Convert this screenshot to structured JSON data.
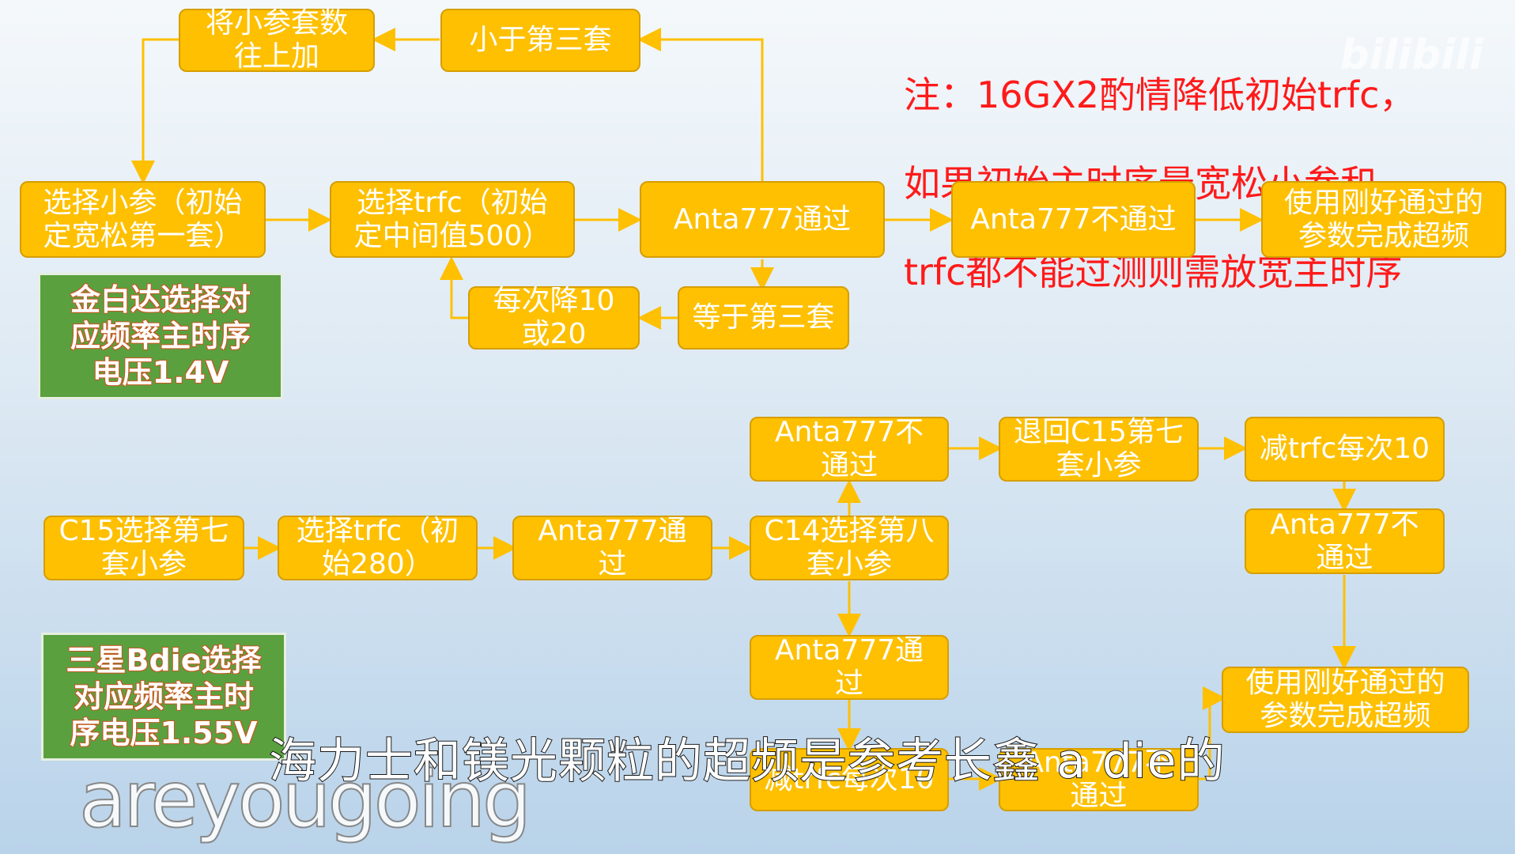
{
  "note": {
    "line1": "注：16GX2酌情降低初始trfc，",
    "line2": "如果初始主时序最宽松小参和",
    "line3": "trfc都不能过测则需放宽主时序"
  },
  "watermark": "bilibili",
  "green_top": "金白达选择对\n应频率主时序\n电压1.4V",
  "green_bottom": "三星Bdie选择\n对应频率主时\n序电压1.55V",
  "top_flow": {
    "add_small": "将小参套数\n往上加",
    "less_than_third": "小于第三套",
    "choose_small": "选择小参（初始\n定宽松第一套）",
    "choose_trfc": "选择trfc（初始\n定中间值500）",
    "anta_pass": "Anta777通过",
    "anta_fail": "Anta777不通过",
    "finish": "使用刚好通过的\n参数完成超频",
    "reduce": "每次降10\n或20",
    "equal_third": "等于第三套"
  },
  "bottom_flow": {
    "anta_fail_a": "Anta777不\n通过",
    "back_c15": "退回C15第七\n套小参",
    "reduce_trfc_10": "减trfc每次10",
    "c15_seventh": "C15选择第七\n套小参",
    "choose_trfc_280": "选择trfc（初\n始280）",
    "anta_pass_a": "Anta777通\n过",
    "c14_eighth": "C14选择第八\n套小参",
    "anta_fail_b": "Anta777不\n通过",
    "anta_pass_b": "Anta777通\n过",
    "finish_b": "使用刚好通过的\n参数完成超频",
    "reduce_trfc_10_b": "减trfc每次10",
    "anta_fail_c": "Anta777不\n通过"
  },
  "subtitle": "海力士和镁光颗粒的超频是参考长鑫 a die的",
  "signature": "areyougoing",
  "colors": {
    "box_fill": "#fec000",
    "box_border": "#d69e00",
    "arrow": "#fec000",
    "note": "#ff1a1a",
    "green": "#5aa03f"
  }
}
